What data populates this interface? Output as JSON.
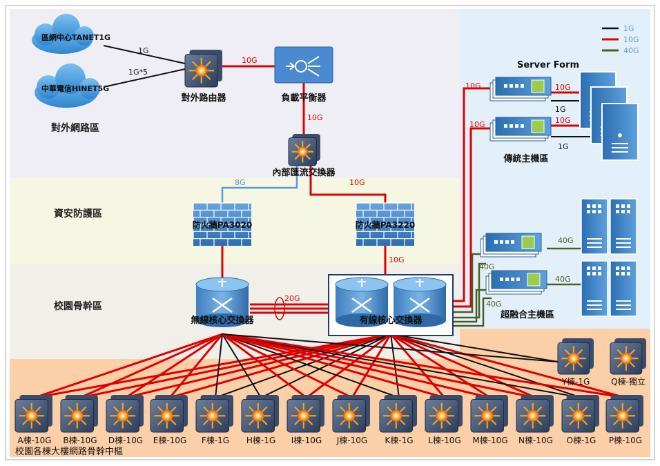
{
  "zones": {
    "external": "對外網路區",
    "security": "資安防護區",
    "backbone": "校園骨幹區",
    "legacy_hosts": "傳統主機區",
    "hci_hosts": "超融合主機區",
    "building_backbone": "校園各棟大樓網路骨幹中樞",
    "server_farm": "Server Form"
  },
  "devices": {
    "tanet_cloud": "區網中心TANET1G",
    "hinet_cloud": "中華電信HINET5G",
    "external_router": "對外路由器",
    "load_balancer": "負載平衡器",
    "internal_aggregation_switch": "內部匯流交換器",
    "firewall_pa3020": "防火牆PA3020",
    "firewall_pa3220": "防火牆PA3220",
    "wireless_core_switch": "無線核心交換器",
    "wired_core_switch": "有線核心交換器"
  },
  "link_speeds": {
    "tanet_router": "1G",
    "hinet_router": "1G*5",
    "router_lb": "10G",
    "lb_internal": "10G",
    "internal_pa3020": "8G",
    "internal_pa3220": "10G",
    "pa3220_wired": "10G",
    "core_interlink": "20G",
    "server1_top": "10G",
    "server1_right": "10G",
    "server1_right_1g": "1G",
    "server2_top": "10G",
    "server2_right": "10G",
    "server2_right_1g": "1G",
    "hci1_left": "40G",
    "hci1_right": "40G",
    "hci2_left": "40G",
    "hci2_right": "40G"
  },
  "legend": [
    {
      "label": "1G",
      "color": "#111111"
    },
    {
      "label": "10G",
      "color": "#e00000"
    },
    {
      "label": "40G",
      "color": "#4a5e23"
    }
  ],
  "buildings_bottom": [
    "A棟-10G",
    "B棟-10G",
    "D棟-10G",
    "E棟-10G",
    "F棟-1G",
    "H棟-1G",
    "I棟-10G",
    "J棟-10G",
    "K棟-1G",
    "L棟-10G",
    "M棟-10G",
    "N棟-10G",
    "O棟-1G",
    "P棟-10G"
  ],
  "buildings_side": [
    "Y棟-1G",
    "Q棟-獨立"
  ],
  "colors": {
    "red_link": "#e00000",
    "black_link": "#111111",
    "green_link": "#4a5e23",
    "blue_link": "#5b9bd5",
    "zone_external": "#efeef5",
    "zone_security": "#f5f7e2",
    "zone_backbone": "#f1efea",
    "zone_buildings": "#fbcfa8",
    "zone_servers": "#e3f0fa"
  }
}
